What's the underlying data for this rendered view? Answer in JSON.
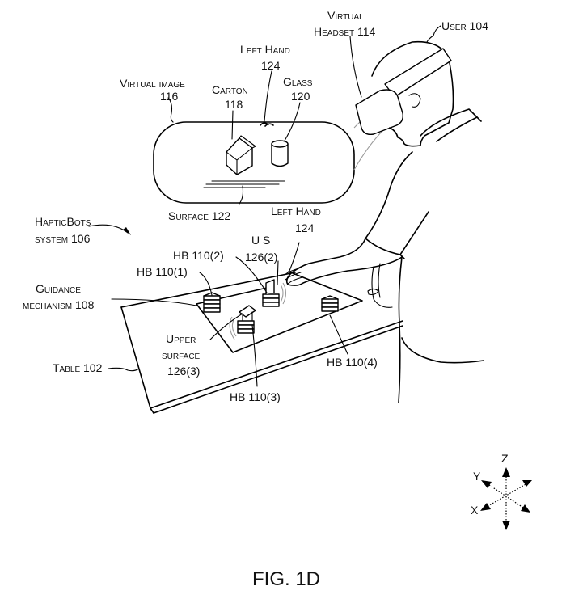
{
  "figure": {
    "caption": "FIG. 1D",
    "type": "patent drawing",
    "colors": {
      "line": "#000000",
      "background": "#ffffff",
      "projection_lines": "#9a9a9a"
    }
  },
  "labels": {
    "virtual_image": [
      "Virtual image",
      "116"
    ],
    "carton": [
      "Carton",
      "118"
    ],
    "left_hand_top": [
      "Left Hand",
      "124"
    ],
    "glass": [
      "Glass",
      "120"
    ],
    "virtual_headset": [
      "Virtual",
      "Headset 114"
    ],
    "user": "User 104",
    "surface": "Surface 122",
    "left_hand_bottom": [
      "Left Hand",
      "124"
    ],
    "hapticbots": [
      "HapticBots",
      "system 106"
    ],
    "hb1": "HB 110(1)",
    "hb2": "HB 110(2)",
    "us2": [
      "U S",
      "126(2)"
    ],
    "guidance": [
      "Guidance",
      "mechanism 108"
    ],
    "upper_surface": [
      "Upper",
      "surface",
      "126(3)"
    ],
    "table": "Table 102",
    "hb3": "HB 110(3)",
    "hb4": "HB 110(4)"
  },
  "axes": {
    "z": "Z",
    "y": "Y",
    "x": "X"
  }
}
